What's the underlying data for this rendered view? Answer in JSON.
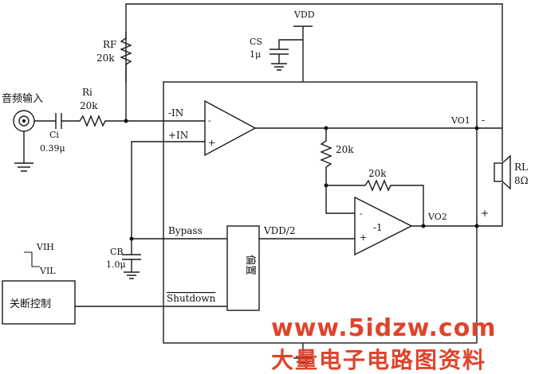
{
  "diagram": {
    "input_label": "音频输入",
    "vdd_top": "VDD",
    "rf_label": "RF",
    "rf_value": "20k",
    "ri_label": "Ri",
    "ri_value": "20k",
    "ci_label": "Ci",
    "ci_value": "0.39μ",
    "cs_label": "CS",
    "cs_value": "1μ",
    "pin_minus_in": "-IN",
    "pin_plus_in": "+IN",
    "pin_bypass": "Bypass",
    "pin_shutdown": "Shutdown",
    "cb_label": "CB",
    "cb_value": "1.0μ",
    "r_mid_value": "20k",
    "r_fb_value": "20k",
    "amp2_gain": "-1",
    "vdd_half": "VDD/2",
    "bias_block": "偏置",
    "vo1": "VO1",
    "vo2": "VO2",
    "rl_label": "RL",
    "rl_value": "8Ω",
    "sign_minus": "-",
    "sign_plus": "+",
    "vih": "VIH",
    "vil": "VIL",
    "shutdown_ctrl": "关断控制",
    "watermark_url": "www.5idzw.com",
    "watermark_cn": "大量电子电路图资料"
  }
}
